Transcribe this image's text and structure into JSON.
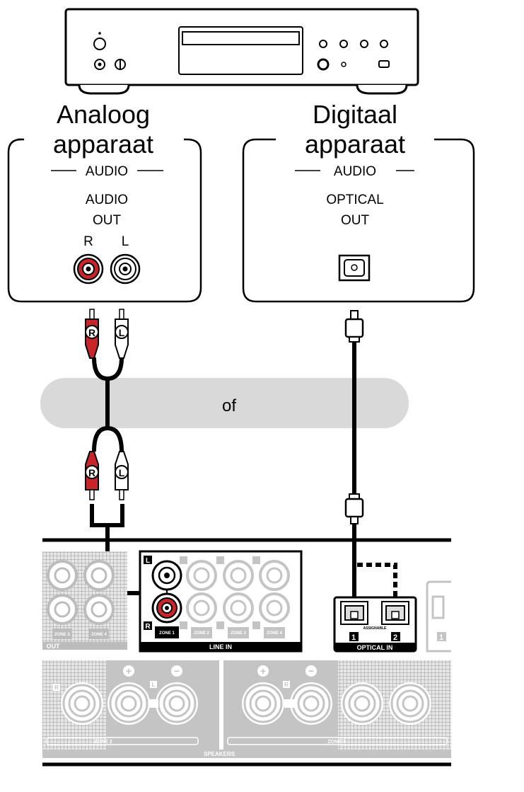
{
  "devices": {
    "analog": {
      "title_line1": "Analoog",
      "title_line2": "apparaat",
      "section": "AUDIO",
      "port_line1": "AUDIO",
      "port_line2": "OUT",
      "r_label": "R",
      "l_label": "L"
    },
    "digital": {
      "title_line1": "Digitaal",
      "title_line2": "apparaat",
      "section": "AUDIO",
      "port_line1": "OPTICAL",
      "port_line2": "OUT"
    }
  },
  "separator": {
    "text": "of"
  },
  "plugs": {
    "r": "R",
    "l": "L"
  },
  "receiver": {
    "out_label": "OUT",
    "zone_labels": [
      "ZONE 3",
      "ZONE 4"
    ],
    "line_in": {
      "l": "L",
      "r": "R",
      "zones": [
        "ZONE 1",
        "ZONE 2",
        "ZONE 3",
        "ZONE 4"
      ],
      "label": "LINE IN"
    },
    "optical_in": {
      "assignable": "ASSIGNABLE",
      "num1": "1",
      "num2": "2",
      "label": "OPTICAL IN",
      "next_num": "1"
    },
    "speakers": {
      "zone2": "ZONE 2",
      "zone3": "ZONE 3",
      "label": "SPEAKERS",
      "plus": "+",
      "minus": "−",
      "l": "L",
      "r": "R"
    }
  },
  "colors": {
    "red": "#c8252b",
    "grey_band": "#d9d9d9",
    "panel_grey": "#cfcfcf",
    "black": "#000000"
  }
}
